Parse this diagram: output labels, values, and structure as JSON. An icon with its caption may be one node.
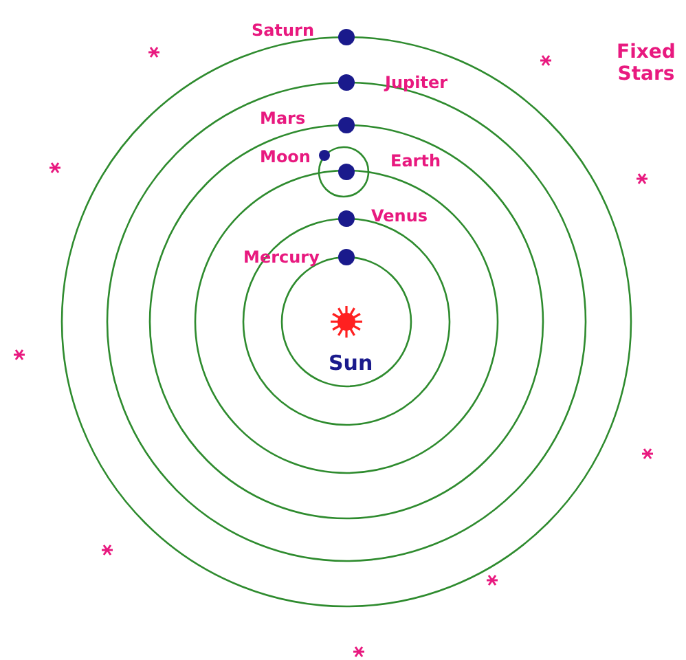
{
  "diagram": {
    "nodes": [
      {
        "text": [],
        "shape": "circle",
        "beside": [
          "Saturn"
        ]
      },
      {
        "text": [],
        "shape": "circle",
        "beside": [
          "Jupiter"
        ]
      },
      {
        "text": [],
        "shape": "circle",
        "beside": [
          "Mars"
        ]
      },
      {
        "text": [],
        "shape": "circle",
        "beside": [
          "Moon"
        ]
      },
      {
        "text": [],
        "shape": "circle",
        "beside": [
          "Earth"
        ]
      },
      {
        "text": [],
        "shape": "circle",
        "beside": [
          "Venus"
        ]
      },
      {
        "text": [],
        "shape": "circle",
        "beside": [
          "Mercury"
        ]
      },
      {
        "text": [],
        "shape": "star",
        "beside": [
          "Sun"
        ]
      }
    ],
    "labels": [
      "Fixed Stars"
    ]
  }
}
